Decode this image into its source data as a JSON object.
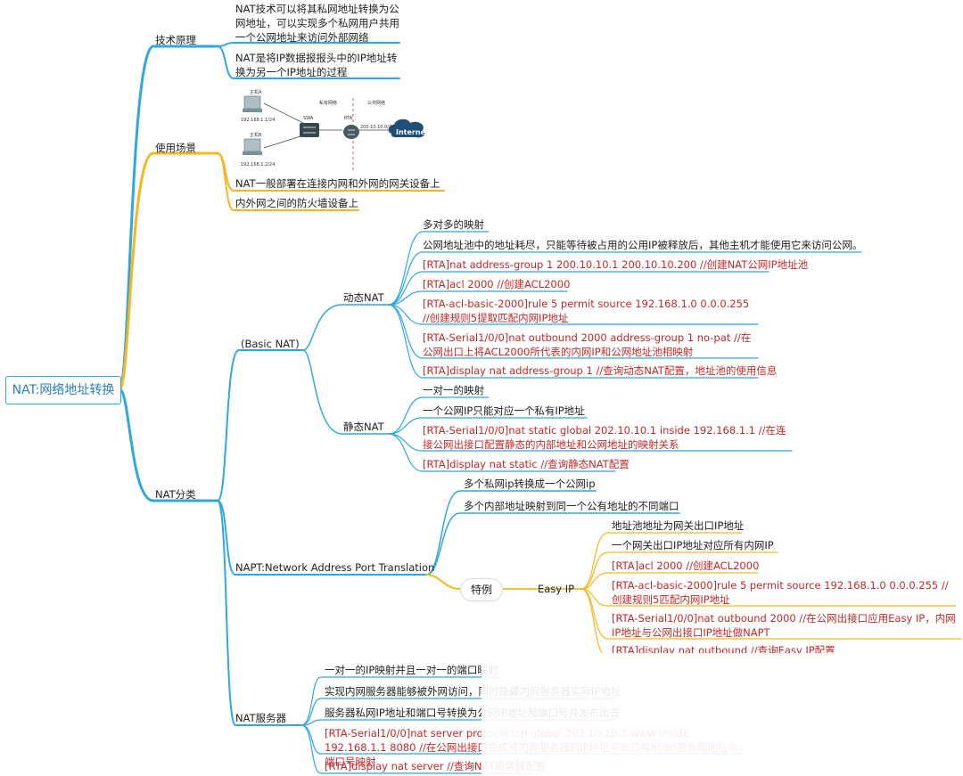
{
  "root": "NAT:网络地址转换",
  "colors": {
    "blue": "#2fa8e0",
    "orange": "#f5b81c",
    "red": "#c62828"
  },
  "tech": {
    "label": "技术原理",
    "items": [
      "NAT技术可以将其私网地址转换为公网地址，可以实现多个私网用户共用一个公网地址来访问外部网络",
      "NAT是将IP数据报报头中的IP地址转换为另一个IP地址的过程"
    ]
  },
  "scene": {
    "label": "使用场景",
    "items": [
      "NAT一般部署在连接内网和外网的网关设备上",
      "内外网之间的防火墙设备上"
    ],
    "diagram": {
      "hostA": "主机A",
      "ipA": "192.168.1.1/24",
      "hostB": "主机B",
      "ipB": "192.168.1.2/24",
      "swa": "SWA",
      "rta": "RTA",
      "private": "私有网络",
      "public": "公共网络",
      "pubip": "200.10.10.0/24",
      "internet": "Internet"
    }
  },
  "cls": {
    "label": "NAT分类",
    "basic": {
      "label": "(Basic NAT)",
      "dyn": {
        "label": "动态NAT",
        "items": [
          "多对多的映射",
          "公网地址池中的地址耗尽，只能等待被占用的公用IP被释放后，其他主机才能使用它来访问公网。",
          "[RTA]nat address-group 1 200.10.10.1 200.10.10.200 //创建NAT公网IP地址池",
          "[RTA]acl 2000  //创建ACL2000",
          "[RTA-acl-basic-2000]rule 5 permit source 192.168.1.0 0.0.0.255  //创建规则5提取匹配内网IP地址",
          "[RTA-Serial1/0/0]nat outbound 2000 address-group 1 no-pat  //在公网出口上将ACL2000所代表的内网IP和公网地址池相映射",
          "[RTA]display nat address-group 1  //查询动态NAT配置，地址池的使用信息"
        ]
      },
      "stat": {
        "label": "静态NAT",
        "items": [
          "一对一的映射",
          "一个公网IP只能对应一个私有IP地址",
          "[RTA-Serial1/0/0]nat static global 202.10.10.1 inside 192.168.1.1   //在连接公网出接口配置静态的内部地址和公网地址的映射关系",
          "[RTA]display nat static //查询静态NAT配置"
        ]
      }
    },
    "napt": {
      "label": "NAPT:Network Address Port Translation",
      "items": [
        "多个私网ip转换成一个公网ip",
        "多个内部地址映射到同一个公有地址的不同端口"
      ],
      "special": "特例",
      "easy": {
        "label": "Easy IP",
        "items": [
          "地址池地址为网关出口IP地址",
          "一个网关出口IP地址对应所有内网IP",
          "[RTA]acl 2000  //创建ACL2000",
          "[RTA-acl-basic-2000]rule 5 permit source 192.168.1.0 0.0.0.255  //创建规则5匹配内网IP地址",
          "[RTA-Serial1/0/0]nat outbound 2000   //在公网出接口应用Easy IP，内网IP地址与公网出接口IP地址做NAPT",
          "[RTA]display nat outbound   //查询Easy IP配置"
        ]
      }
    },
    "server": {
      "label": "NAT服务器",
      "items": [
        "一对一的IP映射并且一对一的端口映射",
        "实现内网服务器能够被外网访问，同时隐藏内网服务器实际IP地址",
        "服务器私网IP地址和端口号转换为公网IP地址和端口号并发布出去",
        "[RTA-Serial1/0/0]nat server protocol tcp global 202.10.10.1 www inside 192.168.1.1 8080  //在公网出接口完成将内网服务器的IP地址与端口号8080跟外网地址与端口号映射",
        "[RTA]display nat server  //查询NAT服务器配置"
      ]
    }
  }
}
